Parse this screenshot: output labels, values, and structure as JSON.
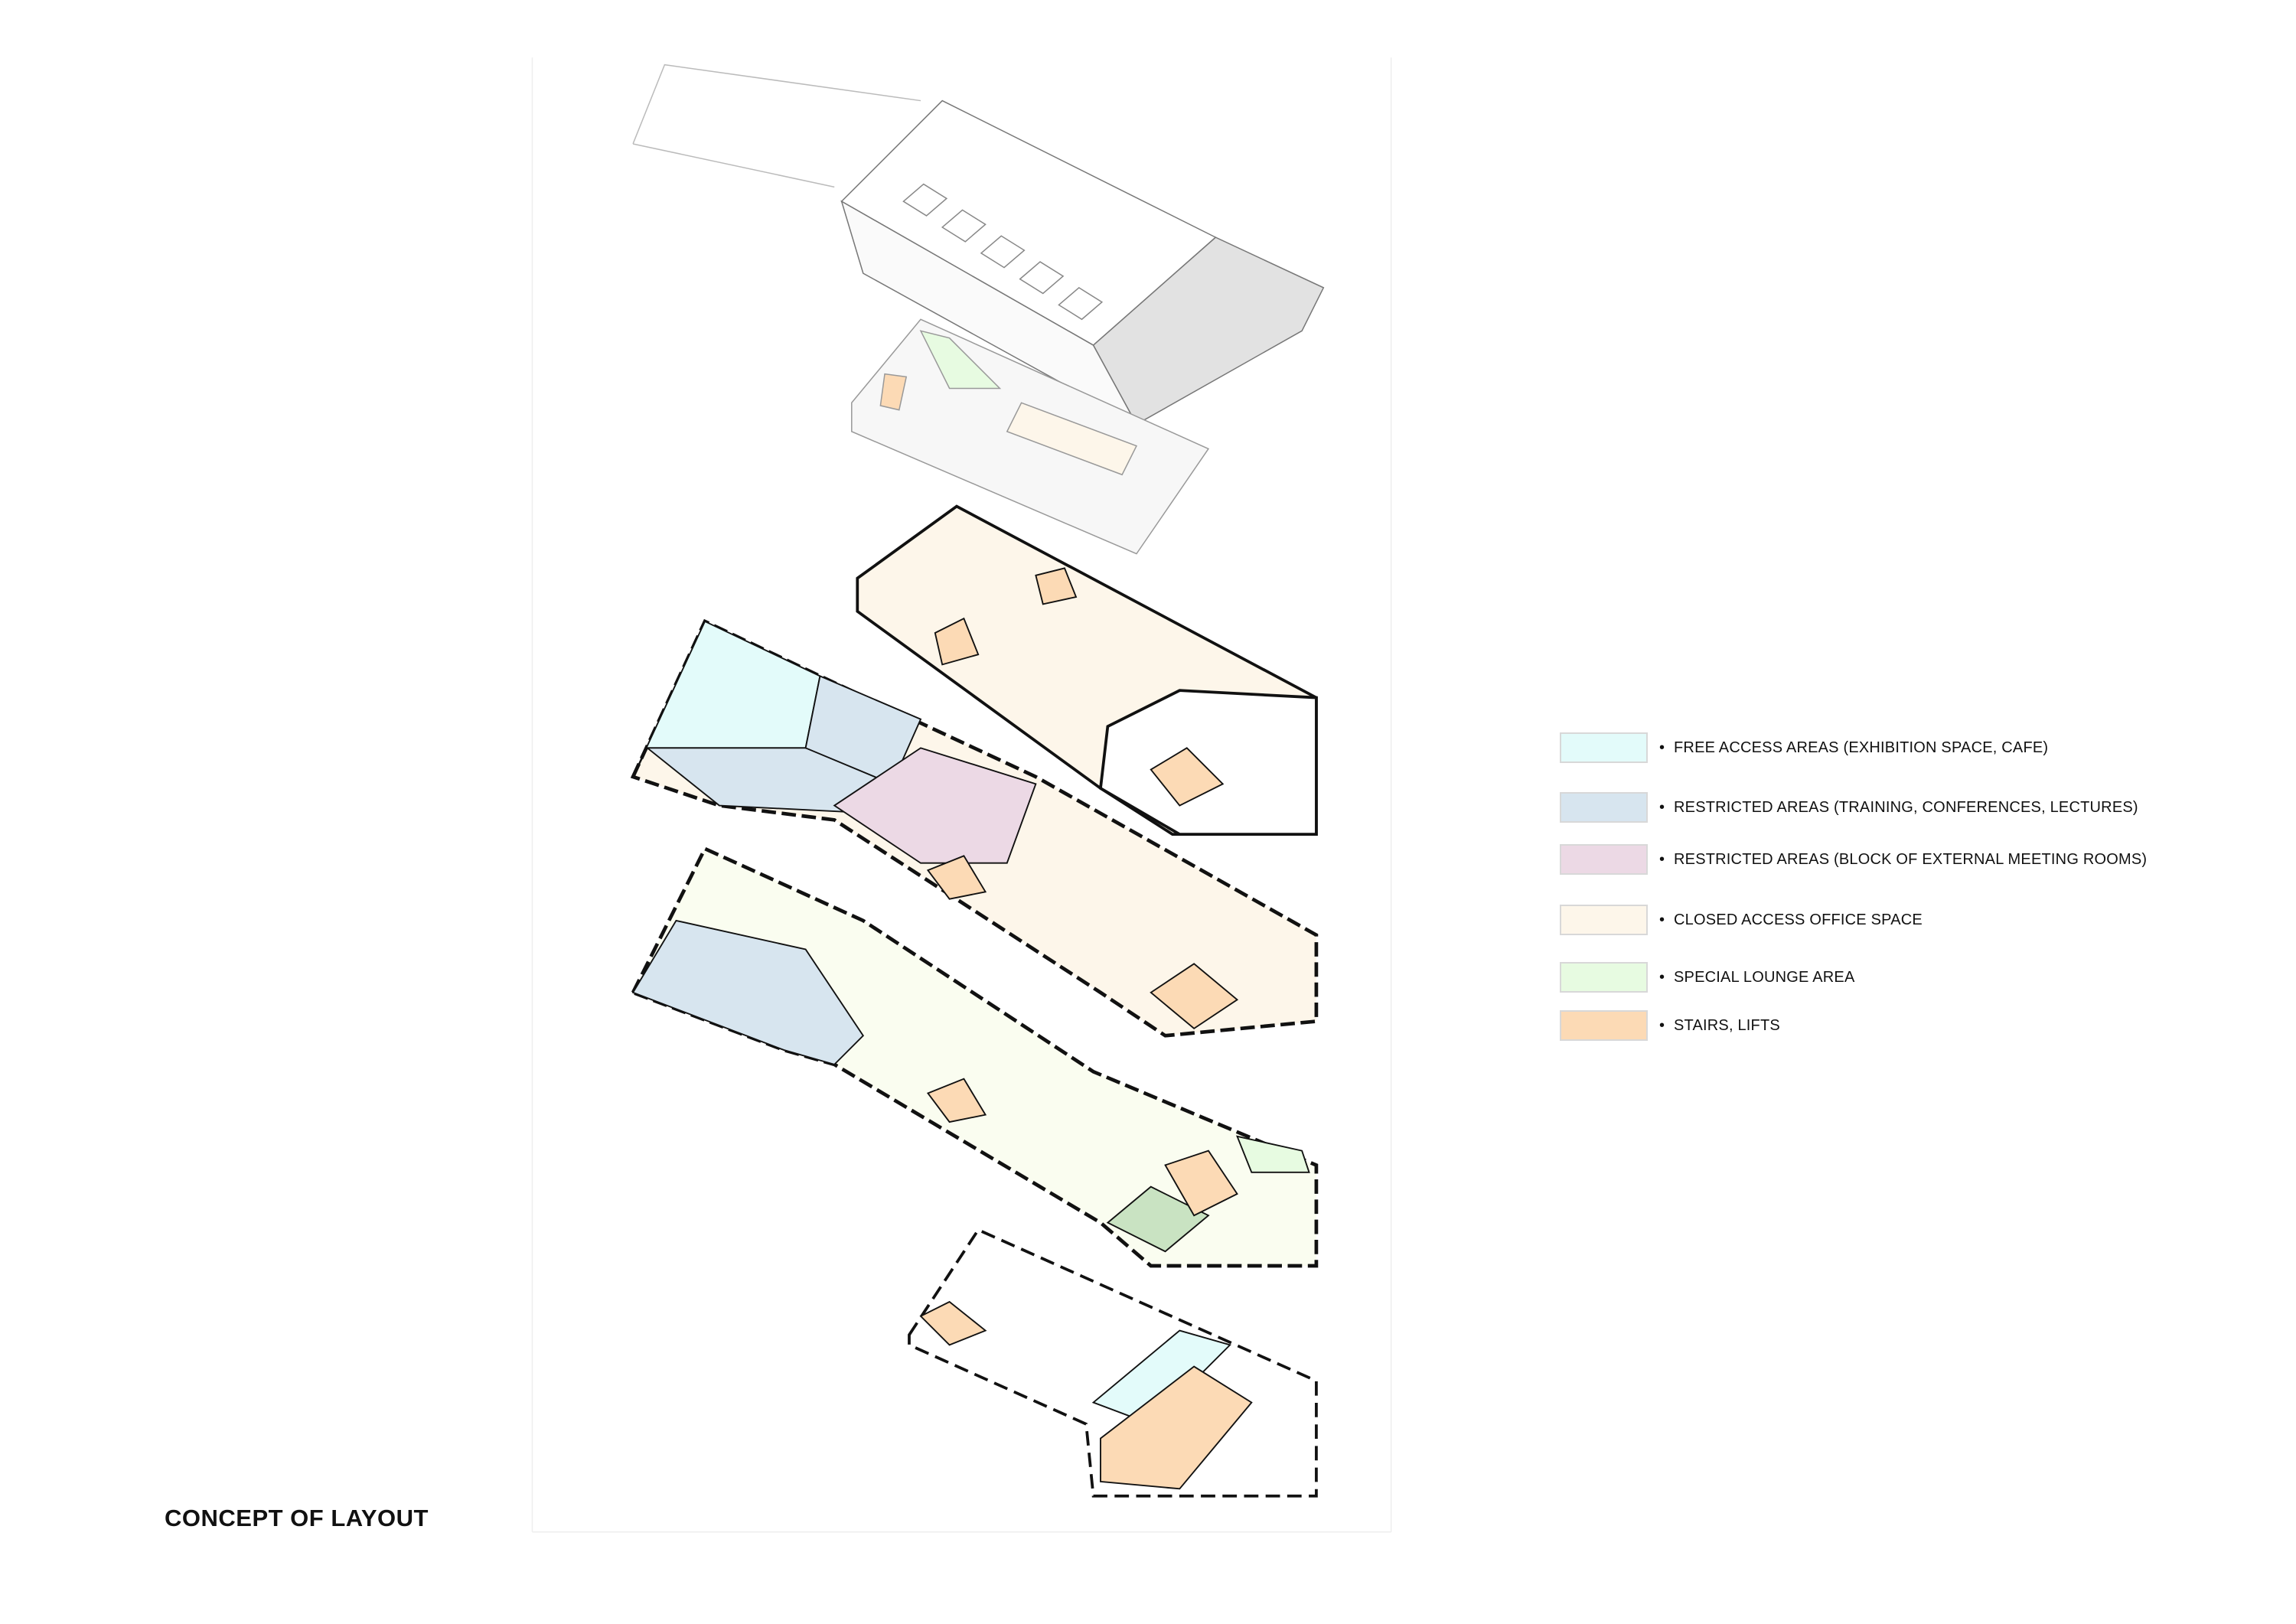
{
  "title": "CONCEPT OF LAYOUT",
  "legend": [
    {
      "label": "FREE ACCESS AREAS (EXHIBITION SPACE, CAFE)",
      "color": "#e3fbfa"
    },
    {
      "label": "RESTRICTED AREAS (TRAINING, CONFERENCES, LECTURES)",
      "color": "#d7e5ef"
    },
    {
      "label": "RESTRICTED AREAS (BLOCK OF EXTERNAL MEETING ROOMS)",
      "color": "#ecd9e5"
    },
    {
      "label": "CLOSED ACCESS OFFICE SPACE",
      "color": "#fdf6ea"
    },
    {
      "label": "SPECIAL LOUNGE AREA",
      "color": "#e7fbe1"
    },
    {
      "label": "STAIRS, LIFTS",
      "color": "#fcdab5"
    }
  ],
  "bullet": "•"
}
